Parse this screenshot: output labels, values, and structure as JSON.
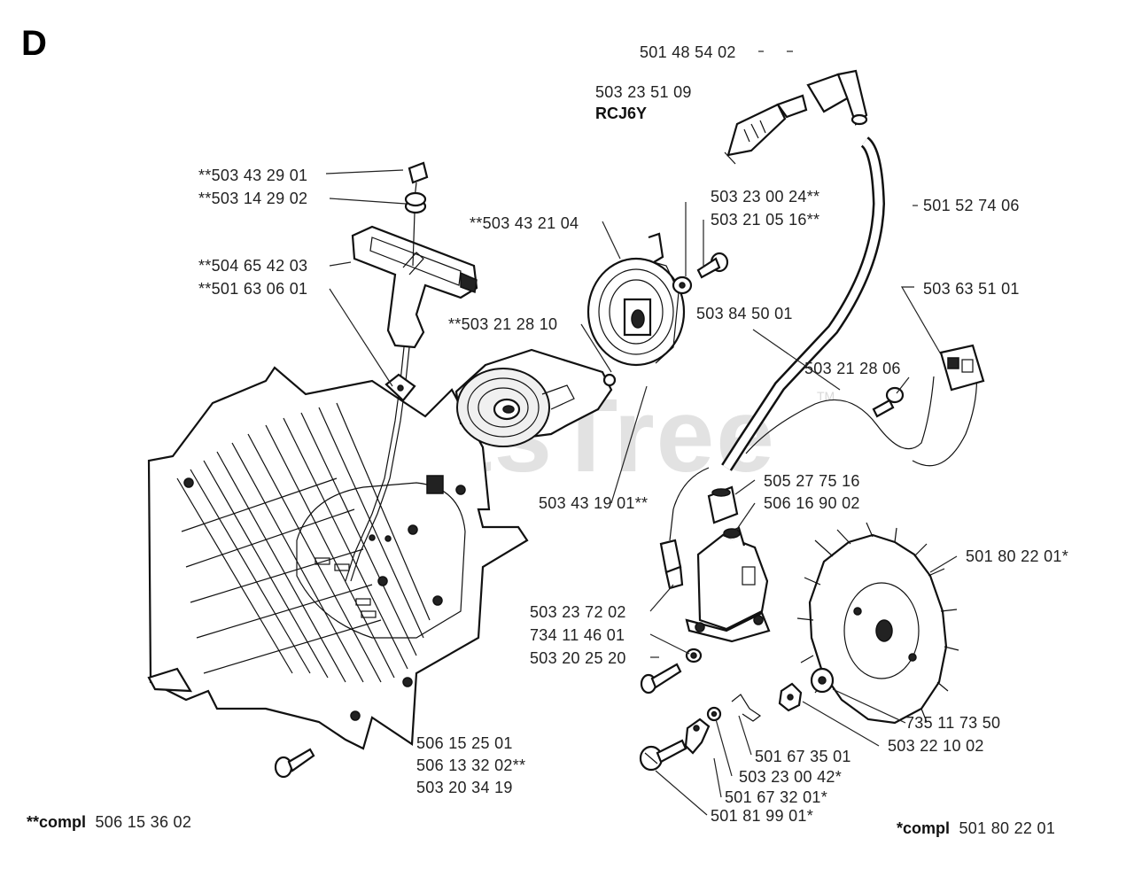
{
  "section_letter": "D",
  "watermark": {
    "text": "PartsTree",
    "tm": "TM"
  },
  "part_numbers": {
    "spark_plug_cap": "501 48 54 02",
    "spark_plug": "503 23 51 09",
    "spark_plug_type": "RCJ6Y",
    "handle_nut": "**503 43 29 01",
    "handle_washer": "**503 14 29 02",
    "starter_handle": "**504 65 42 03",
    "rope_guide": "**501 63 06 01",
    "pulley": "**503 43 21 04",
    "pulley_washer": "503 23 00 24**",
    "pulley_screw": "503 21 05 16**",
    "ignition_cable": "501 52 74 06",
    "short_circuit_cable": "503 84 50 01",
    "starter_spring": "**503 21 28 10",
    "stop_switch": "503 63 51 01",
    "switch_screw": "503 21 28 06",
    "spring_cassette": "503 43 19 01**",
    "cable_boot": "505 27 75 16",
    "terminal": "506 16 90 02",
    "flywheel": "501 80 22 01*",
    "ignition_module": "503 23 72 02",
    "module_washer": "734 11 46 01",
    "module_screw": "503 20 25 20",
    "housing": "506 15 25 01",
    "housing_alt": "506 13 32 02**",
    "housing_screw": "503 20 34 19",
    "flywheel_washer": "735 11 73 50",
    "flywheel_nut": "503 22 10 02",
    "pawl_spring": "501 67 35 01",
    "pawl_washer": "503 23 00 42*",
    "pawl": "501 67 32 01*",
    "pawl_screw": "501 81 99 01*"
  },
  "footnotes": {
    "left_prefix": "**compl",
    "left_number": "506 15 36 02",
    "right_prefix": "*compl",
    "right_number": "501 80 22 01"
  }
}
